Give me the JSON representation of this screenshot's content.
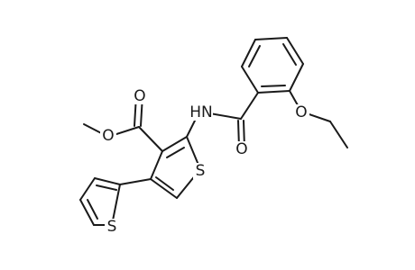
{
  "atoms": {
    "carbonyl_o_top": "O",
    "ester_o": "O",
    "nh": "HN",
    "amide_o": "O",
    "ether_o": "O",
    "s_thiophene": "S",
    "s_thienyl": "S"
  }
}
